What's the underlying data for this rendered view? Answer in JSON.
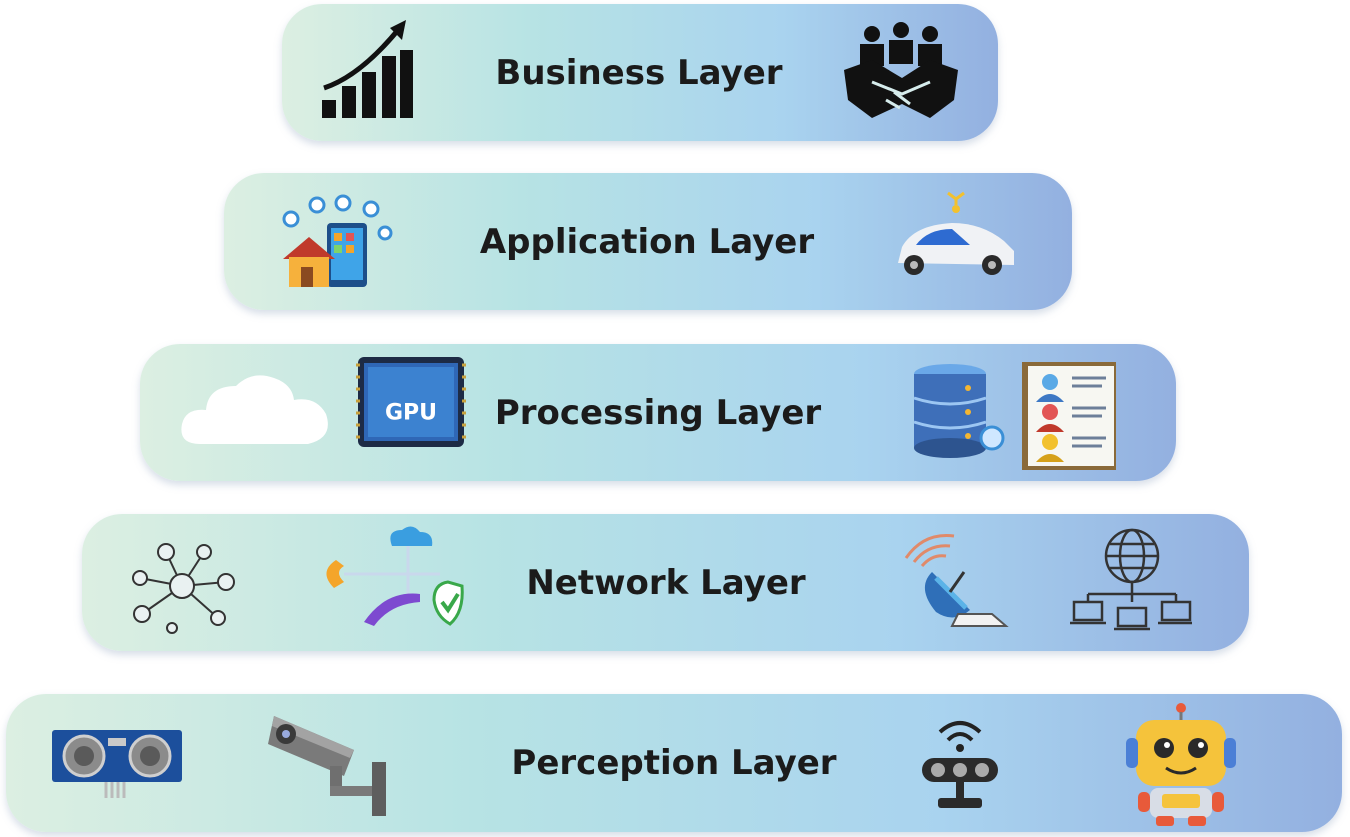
{
  "layers": [
    {
      "label": "Business Layer",
      "icons": [
        "growth-chart-icon",
        "handshake-team-icon"
      ]
    },
    {
      "label": "Application Layer",
      "icons": [
        "smart-home-tablet-icon",
        "connected-car-icon"
      ]
    },
    {
      "label": "Processing Layer",
      "icons": [
        "cloud-icon",
        "gpu-chip-icon",
        "database-server-icon",
        "user-records-icon"
      ]
    },
    {
      "label": "Network Layer",
      "icons": [
        "social-network-icon",
        "cloud-connectivity-icon",
        "satellite-dish-icon",
        "network-globe-icon"
      ]
    },
    {
      "label": "Perception Layer",
      "icons": [
        "ultrasonic-sensor-icon",
        "security-camera-icon",
        "wireless-sensor-icon",
        "robot-icon"
      ]
    }
  ],
  "gpu_text": "GPU",
  "colors": {
    "band_start": "#dcefe2",
    "band_mid": "#b7e3e4",
    "band_end": "#93b0e0",
    "label": "#1b1b1b"
  }
}
